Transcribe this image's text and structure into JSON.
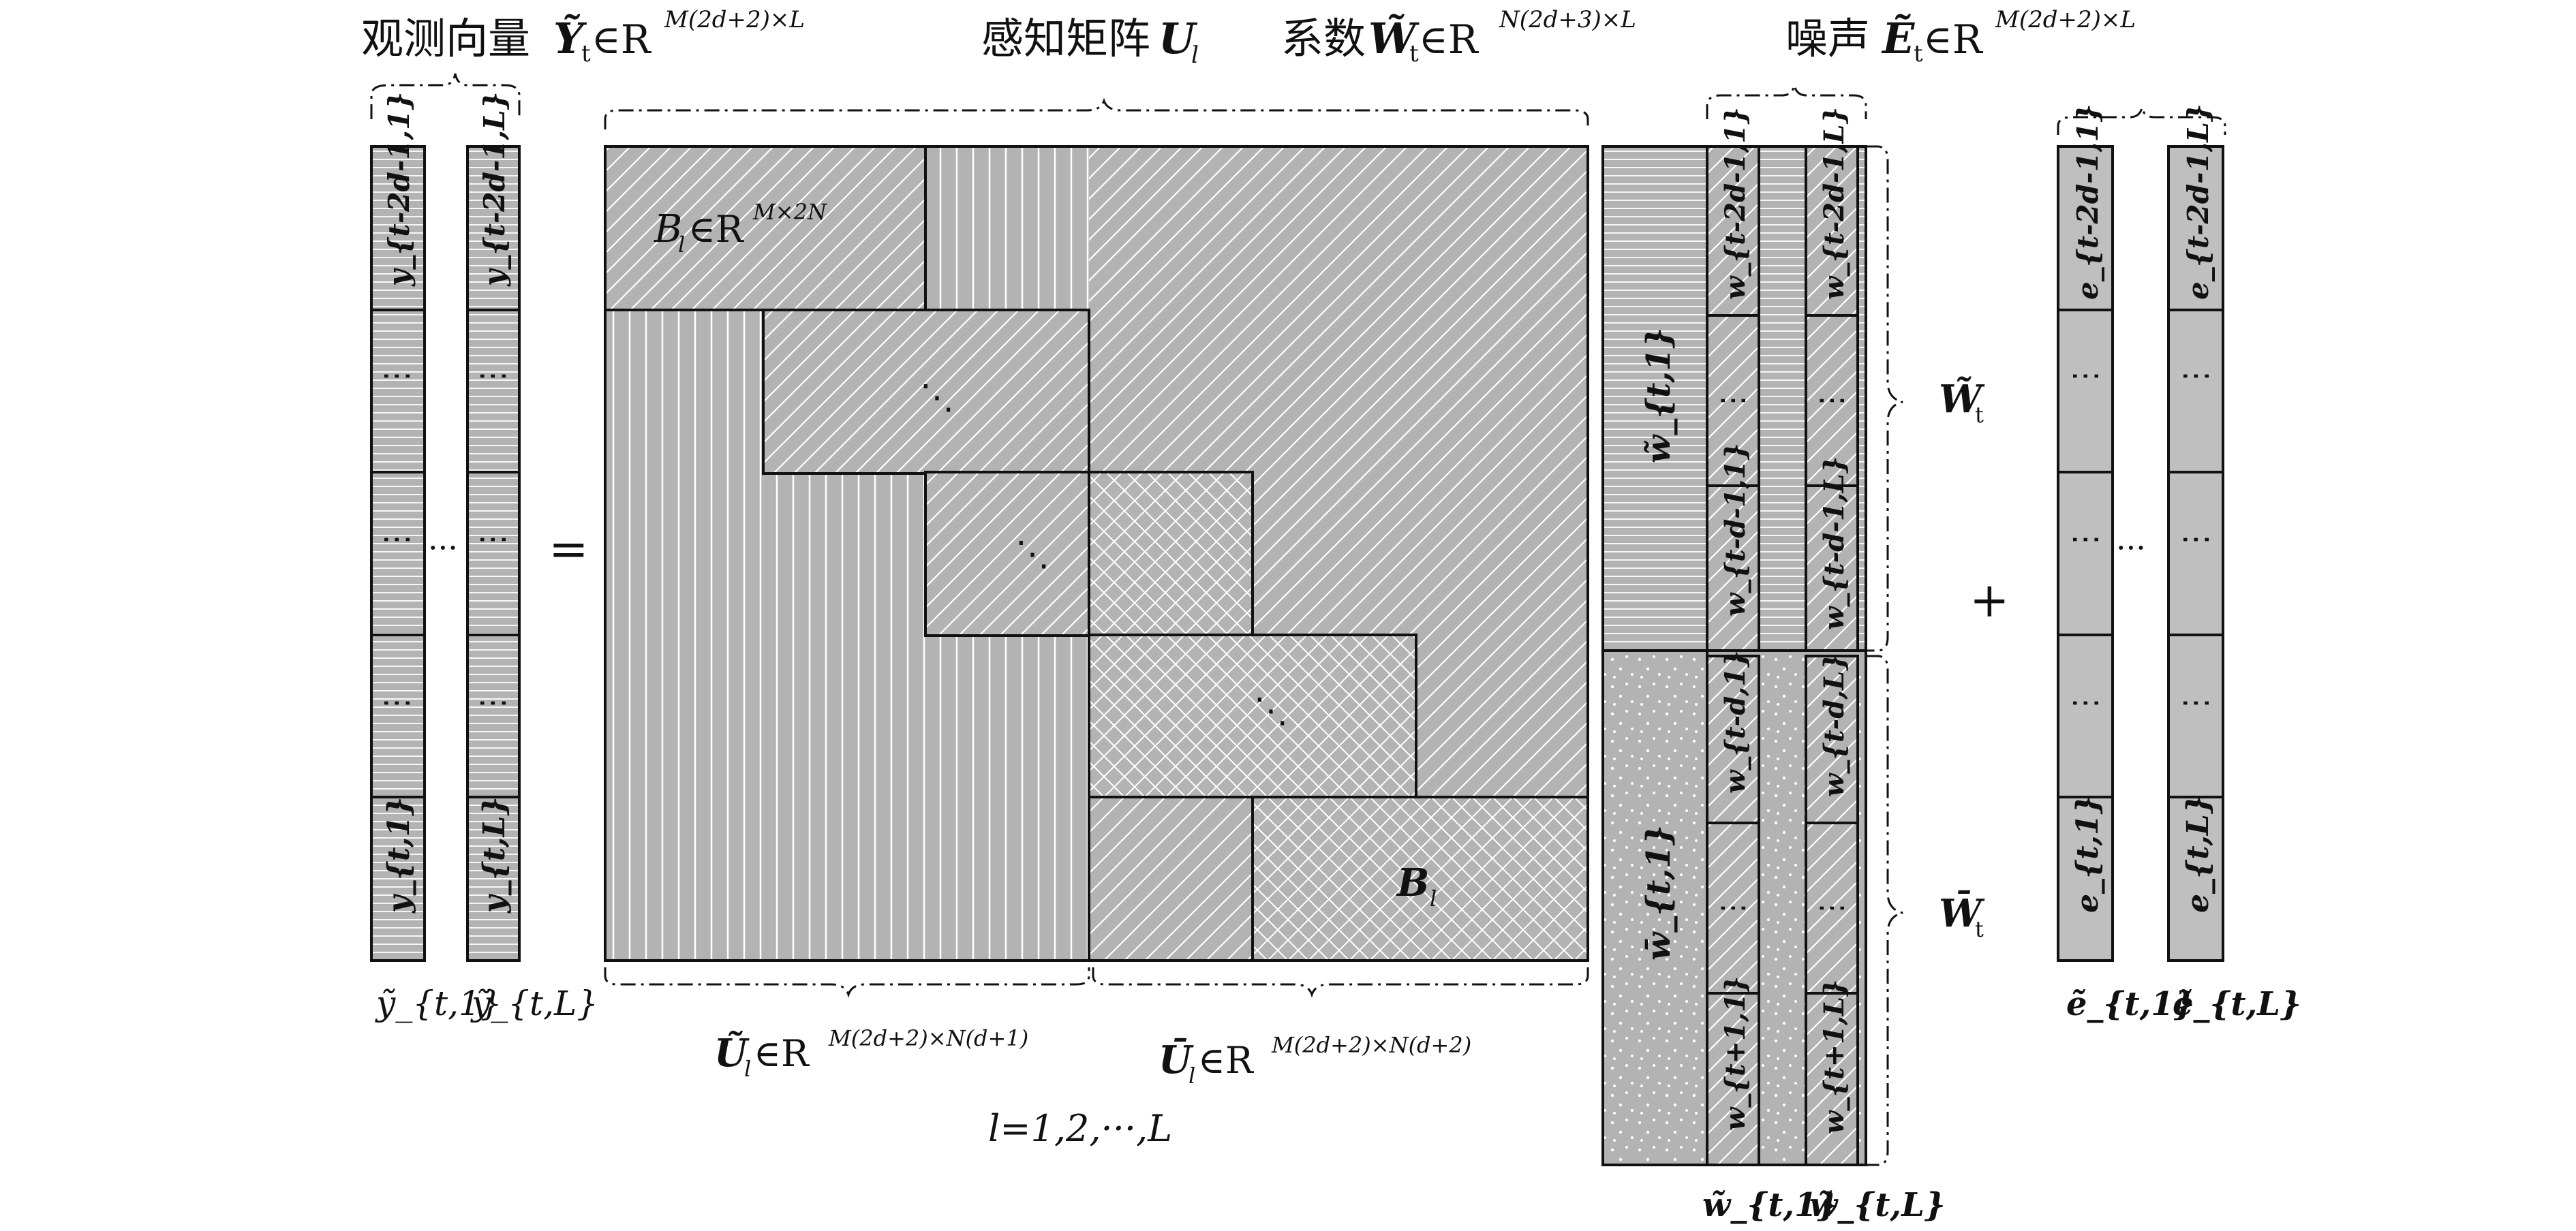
{
  "observation": {
    "title": "观测向量",
    "symbol": "Ỹ",
    "sub": "t",
    "in_set": "∈R",
    "dims": "M(2d+2)×L",
    "col1_top": "y_{t-2d-1,1}",
    "col1_bottom": "y_{t,1}",
    "colL_top": "y_{t-2d-1,L}",
    "colL_bottom": "y_{t,L}",
    "col1_label": "ỹ_{t,1}",
    "colL_label": "ỹ_{t,L}",
    "dots": "⋮",
    "hdots": "···"
  },
  "equals": "=",
  "plus": "+",
  "sensing": {
    "title": "感知矩阵",
    "symbol": "U",
    "sub": "l",
    "block_label": "B",
    "block_sub": "l",
    "block_set": "∈R",
    "block_dims": "M×2N",
    "bottom_block": "B",
    "bottom_block_sub": "l",
    "ddots": "⋱",
    "left_part": "Ũ",
    "left_part_sub": "l",
    "left_part_set": "∈R",
    "left_part_dims": "M(2d+2)×N(d+1)",
    "right_part": "Ū",
    "right_part_sub": "l",
    "right_part_set": "∈R",
    "right_part_dims": "M(2d+2)×N(d+2)",
    "index_range": "l=1,2,···,L"
  },
  "coefficient": {
    "title": "系数",
    "symbol": "W̃",
    "sub": "t",
    "in_set": "∈R",
    "dims": "N(2d+3)×L",
    "left_upper": "w̃_{t,1}",
    "left_lower": "w̄_{t,1}",
    "cells_col1": [
      "w_{t-2d-1,1}",
      "⋮",
      "w_{t-d-1,1}",
      "w_{t-d,1}",
      "⋮",
      "w_{t+1,1}"
    ],
    "cells_colL": [
      "w_{t-2d-1,L}",
      "⋮",
      "w_{t-d-1,L}",
      "w_{t-d,L}",
      "⋮",
      "w_{t+1,L}"
    ],
    "upper_brace": "W̃",
    "upper_brace_sub": "t",
    "lower_brace": "W̄",
    "lower_brace_sub": "t",
    "col1_label": "w̃_{t,1}",
    "colL_label": "w̃_{t,L}"
  },
  "noise": {
    "title": "噪声",
    "symbol": "Ẽ",
    "sub": "t",
    "in_set": "∈R",
    "dims": "M(2d+2)×L",
    "col1_top": "e_{t-2d-1,1}",
    "col1_bottom": "e_{t,1}",
    "colL_top": "e_{t-2d-1,L}",
    "colL_bottom": "e_{t,L}",
    "col1_label": "ẽ_{t,1}",
    "colL_label": "ẽ_{t,L}",
    "dots": "⋮",
    "hdots": "···"
  },
  "colors": {
    "fill": "#b3b3b3",
    "stroke": "#111111",
    "hatch": "#ffffff"
  }
}
